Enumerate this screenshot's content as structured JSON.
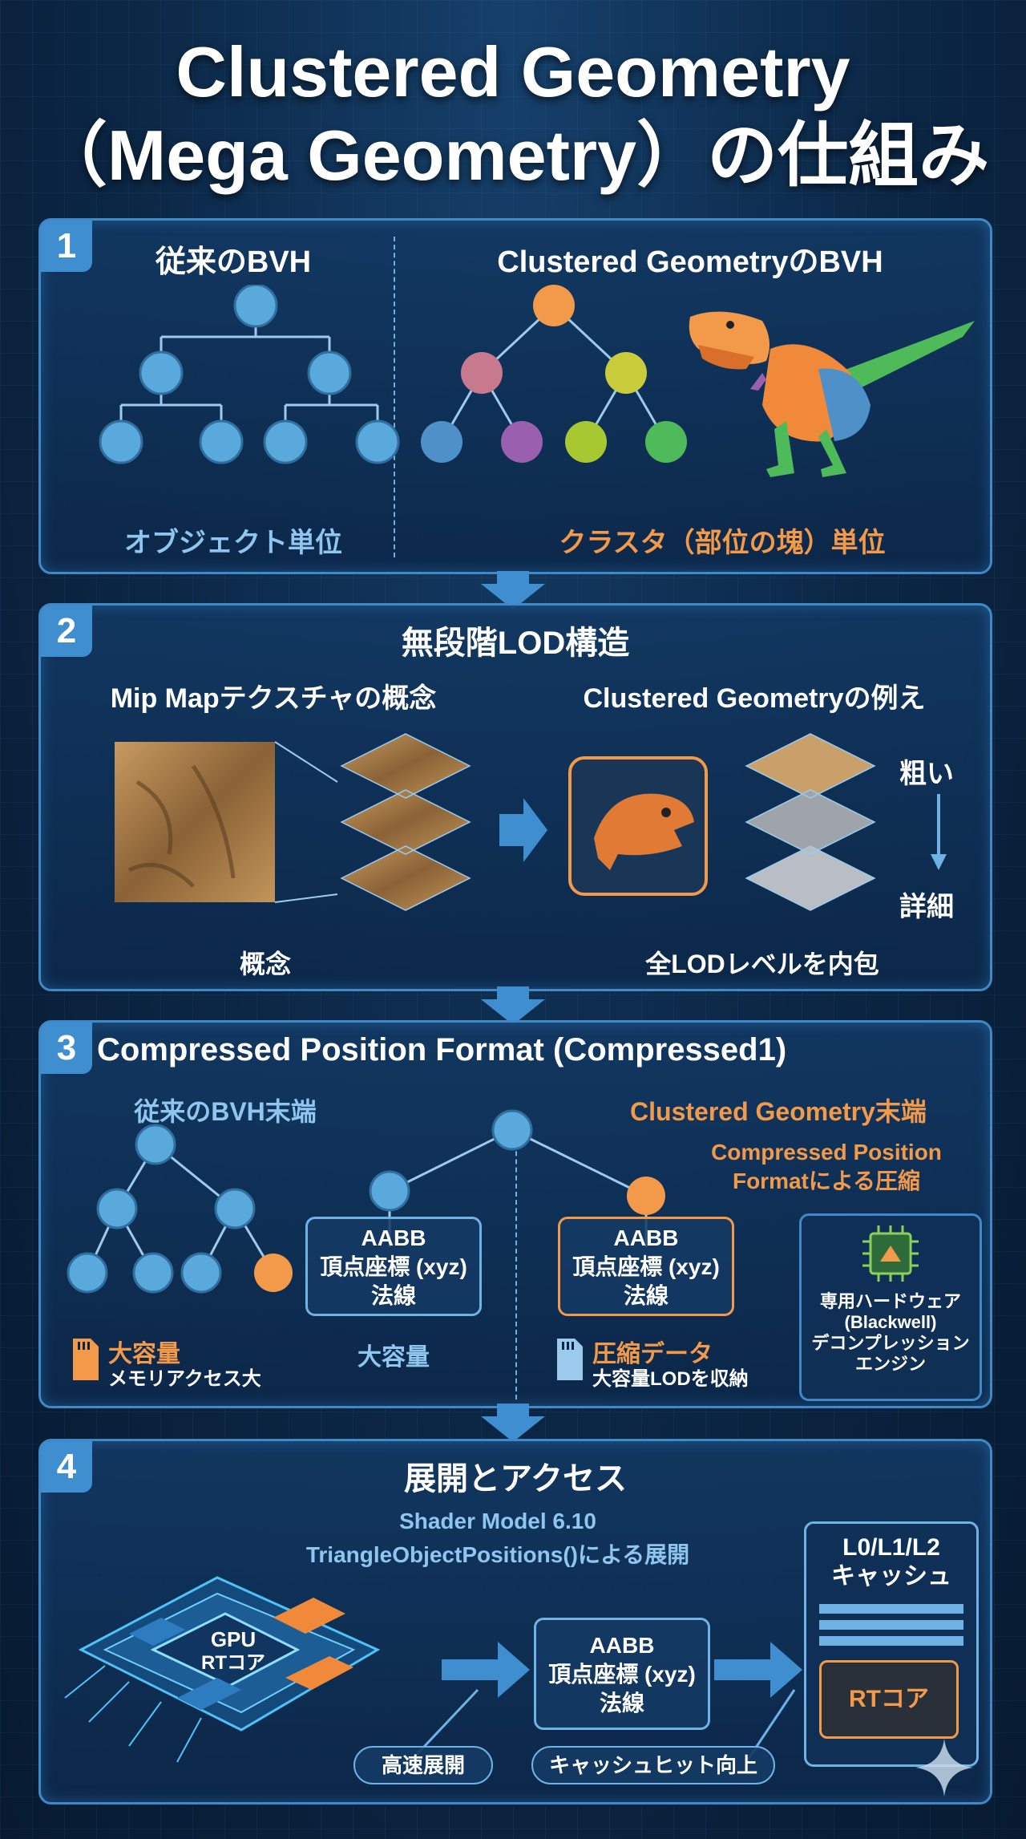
{
  "title": {
    "line1": "Clustered Geometry",
    "line2": "（Mega Geometry）の仕組み"
  },
  "section1": {
    "number": "1",
    "left_heading": "従来のBVH",
    "right_heading": "Clustered GeometryのBVH",
    "left_caption": "オブジェクト単位",
    "right_caption": "クラスタ（部位の塊）単位"
  },
  "section2": {
    "number": "2",
    "heading": "無段階LOD構造",
    "left_heading": "Mip Mapテクスチャの概念",
    "right_heading": "Clustered Geometryの例え",
    "coarse_label": "粗い",
    "detail_label": "詳細",
    "left_caption": "概念",
    "right_caption": "全LODレベルを内包"
  },
  "section3": {
    "number": "3",
    "heading": "Compressed Position Format (Compressed1)",
    "left_heading": "従来のBVH末端",
    "right_heading": "Clustered Geometry末端",
    "compress_note_line1": "Compressed Position",
    "compress_note_line2": "Formatによる圧縮",
    "left_box": [
      "AABB",
      "頂点座標 (xyz)",
      "法線"
    ],
    "right_box": [
      "AABB",
      "頂点座標 (xyz)",
      "法線"
    ],
    "left_size_label": "大容量",
    "left_memory_label": "大容量",
    "left_memory_sub": "メモリアクセス大",
    "right_memory_label": "圧縮データ",
    "right_memory_sub": "大容量LODを収納",
    "hw_lines": [
      "専用ハードウェア",
      "(Blackwell)",
      "デコンプレッション",
      "エンジン"
    ]
  },
  "section4": {
    "number": "4",
    "heading": "展開とアクセス",
    "shader_line1": "Shader Model 6.10",
    "shader_line2": "TriangleObjectPositions()による展開",
    "gpu_line1": "GPU",
    "gpu_line2": "RTコア",
    "mid_box": [
      "AABB",
      "頂点座標 (xyz)",
      "法線"
    ],
    "cache_line1": "L0/L1/L2",
    "cache_line2": "キャッシュ",
    "rt_core": "RTコア",
    "pill_left": "高速展開",
    "pill_right": "キャッシュヒット向上"
  },
  "colors": {
    "accent_blue": "#3f8fd0",
    "node_blue": "#5aa9dc",
    "accent_orange": "#f39a4a",
    "panel_border": "#3f89c6"
  }
}
